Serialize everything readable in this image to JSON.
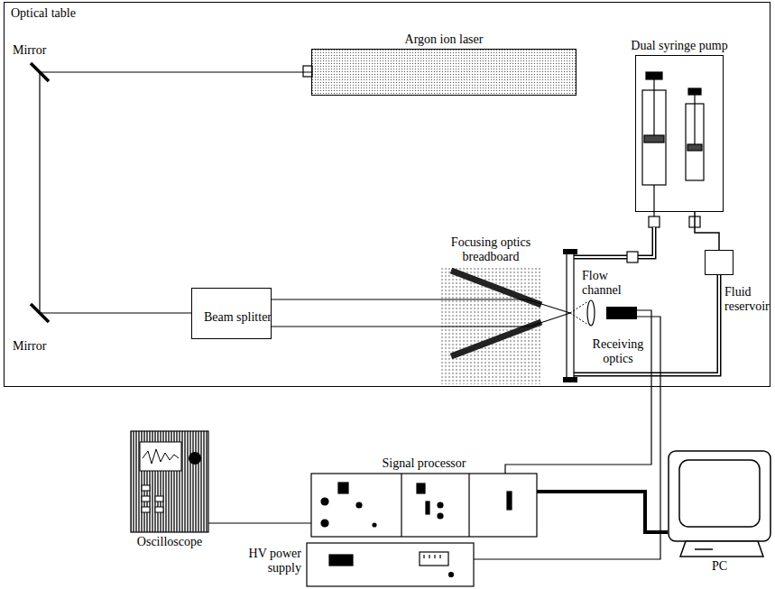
{
  "diagram": {
    "nodes": [
      {
        "text": [
          "Optical table"
        ]
      },
      {
        "text": [
          "Dual syringe pump"
        ],
        "in": 0
      },
      {
        "text": [
          "Argon ion laser"
        ],
        "in": 0
      },
      {
        "text": [
          "Focusing optics breadboard"
        ],
        "in": 0
      },
      {
        "text": [
          "Beam splitter"
        ],
        "in": 0
      },
      {
        "text": [
          "Fluid reservoir"
        ],
        "in": 0
      },
      {
        "text": [
          "Signal processor"
        ]
      },
      {
        "text": [
          "Oscilloscope"
        ]
      },
      {
        "text": [
          "HV power supply"
        ]
      },
      {
        "text": [
          "PC"
        ]
      }
    ],
    "edges": [
      {
        "from": 2,
        "to": 4,
        "arrow": "none"
      },
      {
        "from": 4,
        "to": 3,
        "arrow": "none"
      },
      {
        "from": 4,
        "to": 3,
        "arrow": "none"
      },
      {
        "from": 1,
        "to": 5,
        "arrow": "none"
      },
      {
        "from": 6,
        "to": 7,
        "arrow": "none"
      },
      {
        "from": 6,
        "to": 9,
        "arrow": "none"
      }
    ],
    "labels": [
      "Mirror",
      "Mirror",
      "Flow channel",
      "Receiving optics"
    ]
  }
}
